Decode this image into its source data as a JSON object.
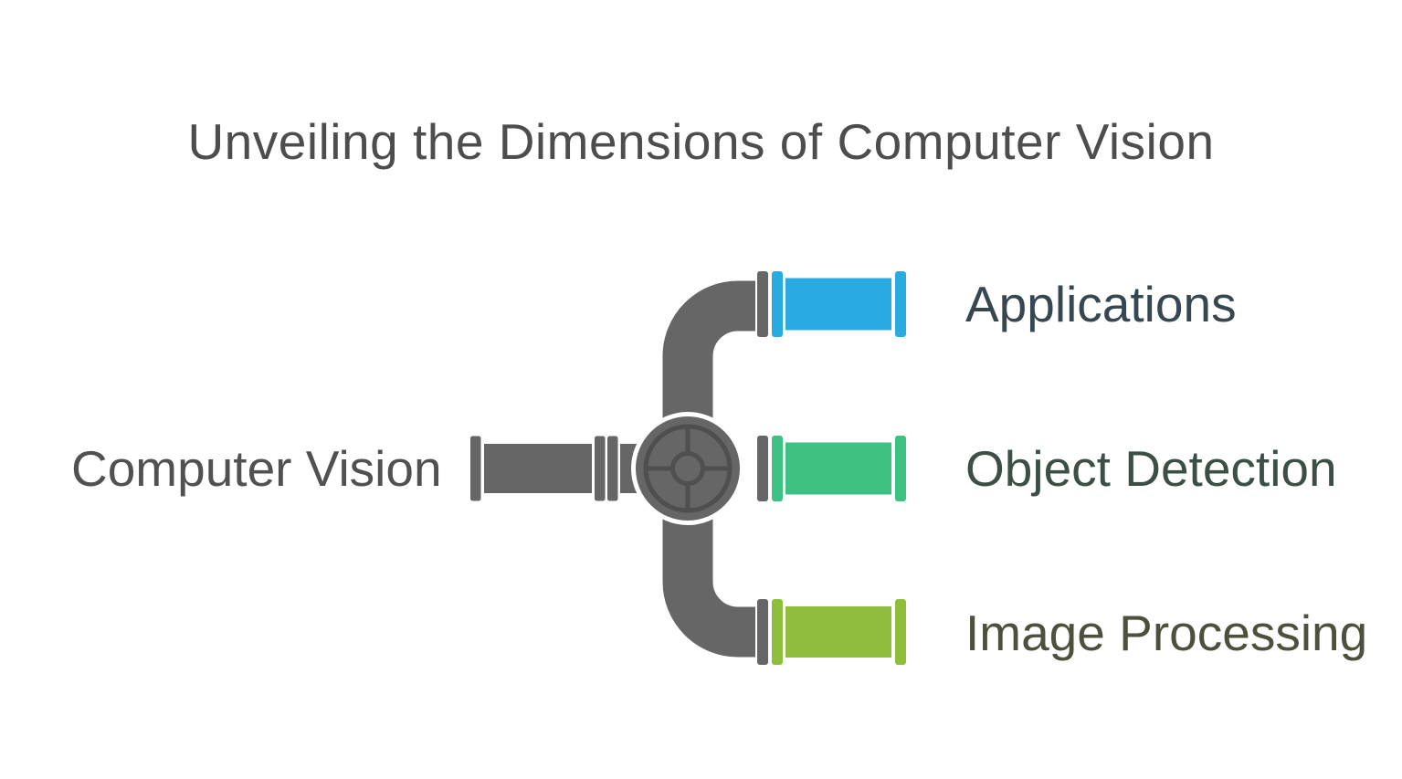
{
  "title": {
    "text": "Unveiling the Dimensions of Computer Vision",
    "color": "#4D4D4D"
  },
  "root_node": {
    "label": "Computer Vision",
    "label_color": "#515151"
  },
  "branches": [
    {
      "id": "applications",
      "label": "Applications",
      "pipe_color": "#29ABE2",
      "label_color": "#37474F"
    },
    {
      "id": "object-detection",
      "label": "Object Detection",
      "pipe_color": "#3EC283",
      "label_color": "#3C4F44"
    },
    {
      "id": "image-processing",
      "label": "Image Processing",
      "pipe_color": "#8FBE3C",
      "label_color": "#4C503C"
    }
  ],
  "diagram": {
    "pipe_color": "#666666",
    "valve_detail_color": "#4F4F4F",
    "seam_color": "#FFFFFF",
    "background": "#FFFFFF"
  }
}
